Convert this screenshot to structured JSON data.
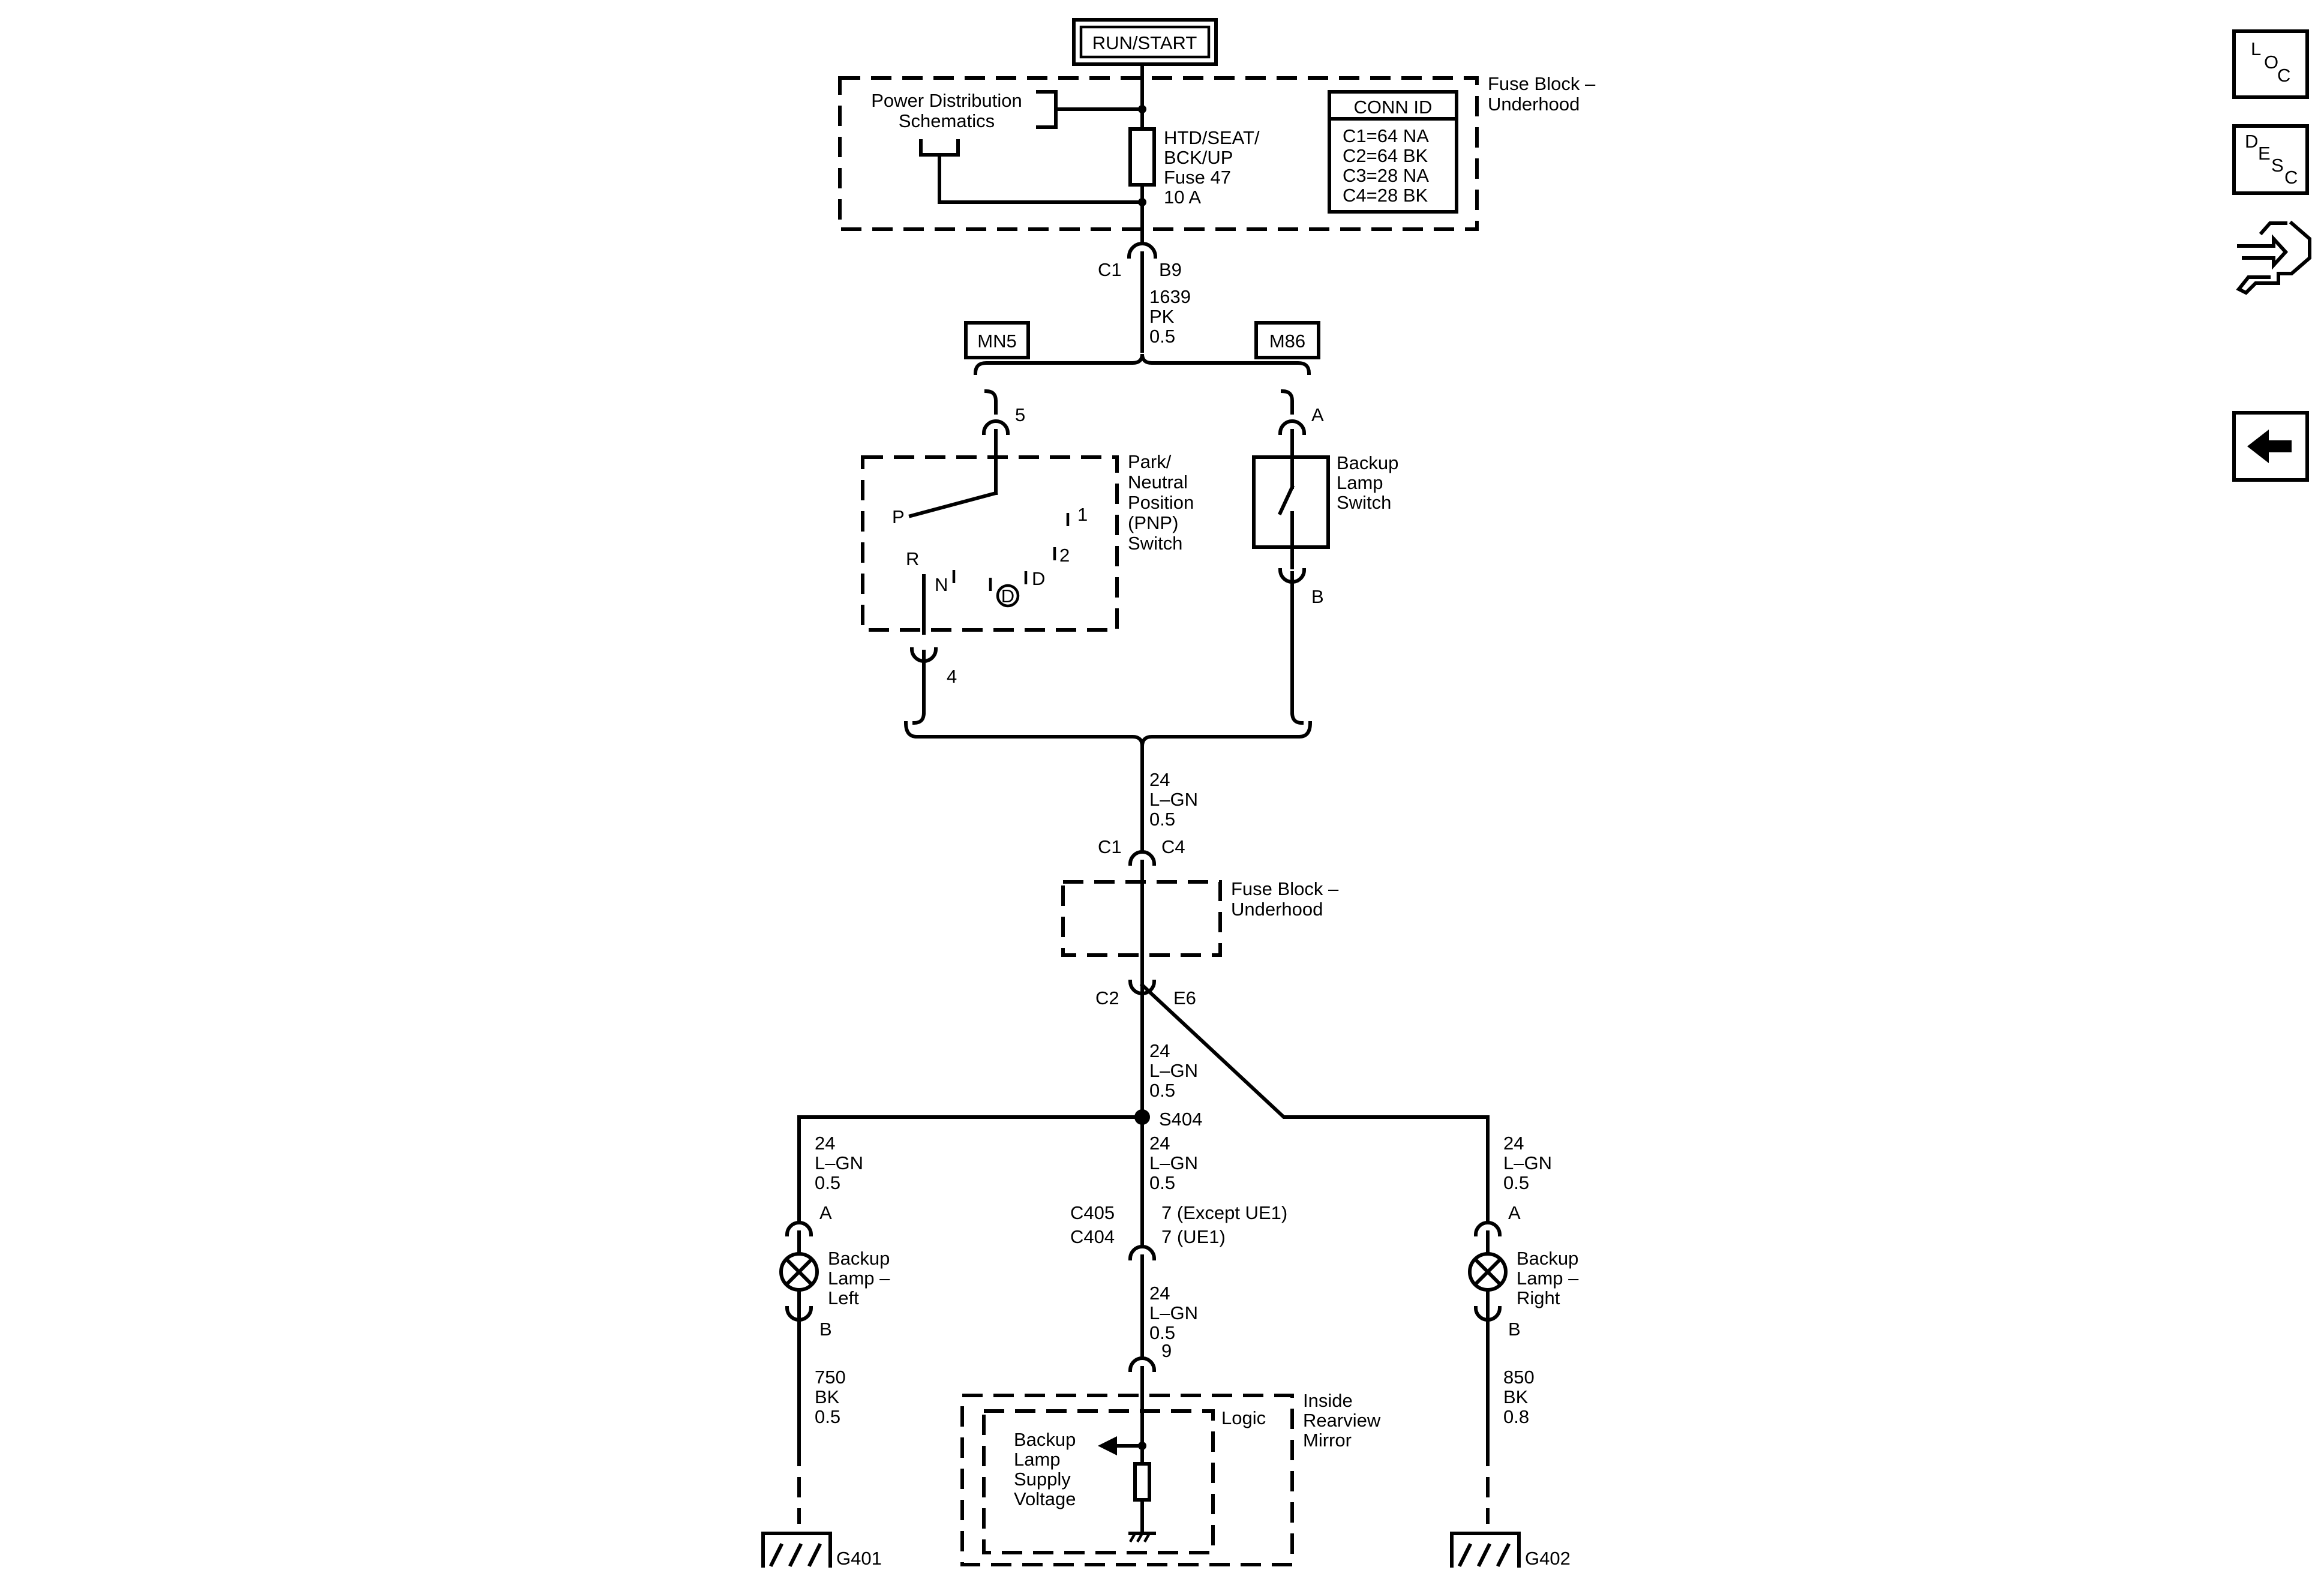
{
  "power": {
    "run_start": "RUN/START"
  },
  "fuse_block_top": {
    "title_l1": "Fuse Block –",
    "title_l2": "Underhood",
    "pds_l1": "Power Distribution",
    "pds_l2": "Schematics",
    "fuse_l1": "HTD/SEAT/",
    "fuse_l2": "BCK/UP",
    "fuse_l3": "Fuse 47",
    "fuse_l4": "10 A",
    "conn_id_title": "CONN ID",
    "conn_ids": [
      "C1=64 NA",
      "C2=64 BK",
      "C3=28 NA",
      "C4=28 BK"
    ]
  },
  "wire_top": {
    "c1": "C1",
    "b9": "B9",
    "l1": "1639",
    "l2": "PK",
    "l3": "0.5"
  },
  "options": {
    "mn5": "MN5",
    "m86": "M86"
  },
  "pnp": {
    "pin_in": "5",
    "pin_out": "4",
    "title_l1": "Park/",
    "title_l2": "Neutral",
    "title_l3": "Position",
    "title_l4": "(PNP)",
    "title_l5": "Switch",
    "pos_p": "P",
    "pos_r": "R",
    "pos_n": "N",
    "pos_d": "D",
    "pos_1": "1",
    "pos_2": "2",
    "pos_circled_d": "D"
  },
  "backup_switch": {
    "pin_a": "A",
    "pin_b": "B",
    "title_l1": "Backup",
    "title_l2": "Lamp",
    "title_l3": "Switch"
  },
  "wire_mid": {
    "l1": "24",
    "l2": "L–GN",
    "l3": "0.5",
    "c1": "C1",
    "c4": "C4"
  },
  "fuse_block_mid": {
    "title_l1": "Fuse Block –",
    "title_l2": "Underhood",
    "c2": "C2",
    "e6": "E6"
  },
  "wire_low": {
    "l1": "24",
    "l2": "L–GN",
    "l3": "0.5",
    "splice": "S404"
  },
  "left_branch": {
    "l1": "24",
    "l2": "L–GN",
    "l3": "0.5",
    "pin_a": "A",
    "pin_b": "B",
    "lamp_l1": "Backup",
    "lamp_l2": "Lamp –",
    "lamp_l3": "Left",
    "g1": "750",
    "g2": "BK",
    "g3": "0.5",
    "ground": "G401"
  },
  "right_branch": {
    "l1": "24",
    "l2": "L–GN",
    "l3": "0.5",
    "pin_a": "A",
    "pin_b": "B",
    "lamp_l1": "Backup",
    "lamp_l2": "Lamp –",
    "lamp_l3": "Right",
    "g1": "850",
    "g2": "BK",
    "g3": "0.8",
    "ground": "G402"
  },
  "center_branch": {
    "l1": "24",
    "l2": "L–GN",
    "l3": "0.5",
    "c405": "C405",
    "c404": "C404",
    "c405_pin": "7 (Except UE1)",
    "c404_pin": "7 (UE1)",
    "l4": "24",
    "l5": "L–GN",
    "l6": "0.5",
    "pin9": "9"
  },
  "mirror": {
    "logic": "Logic",
    "title_l1": "Inside",
    "title_l2": "Rearview",
    "title_l3": "Mirror",
    "sup_l1": "Backup",
    "sup_l2": "Lamp",
    "sup_l3": "Supply",
    "sup_l4": "Voltage"
  },
  "nav": {
    "loc_l": "L",
    "loc_o": "O",
    "loc_c": "C",
    "desc_d": "D",
    "desc_e": "E",
    "desc_s": "S",
    "desc_c": "C"
  }
}
